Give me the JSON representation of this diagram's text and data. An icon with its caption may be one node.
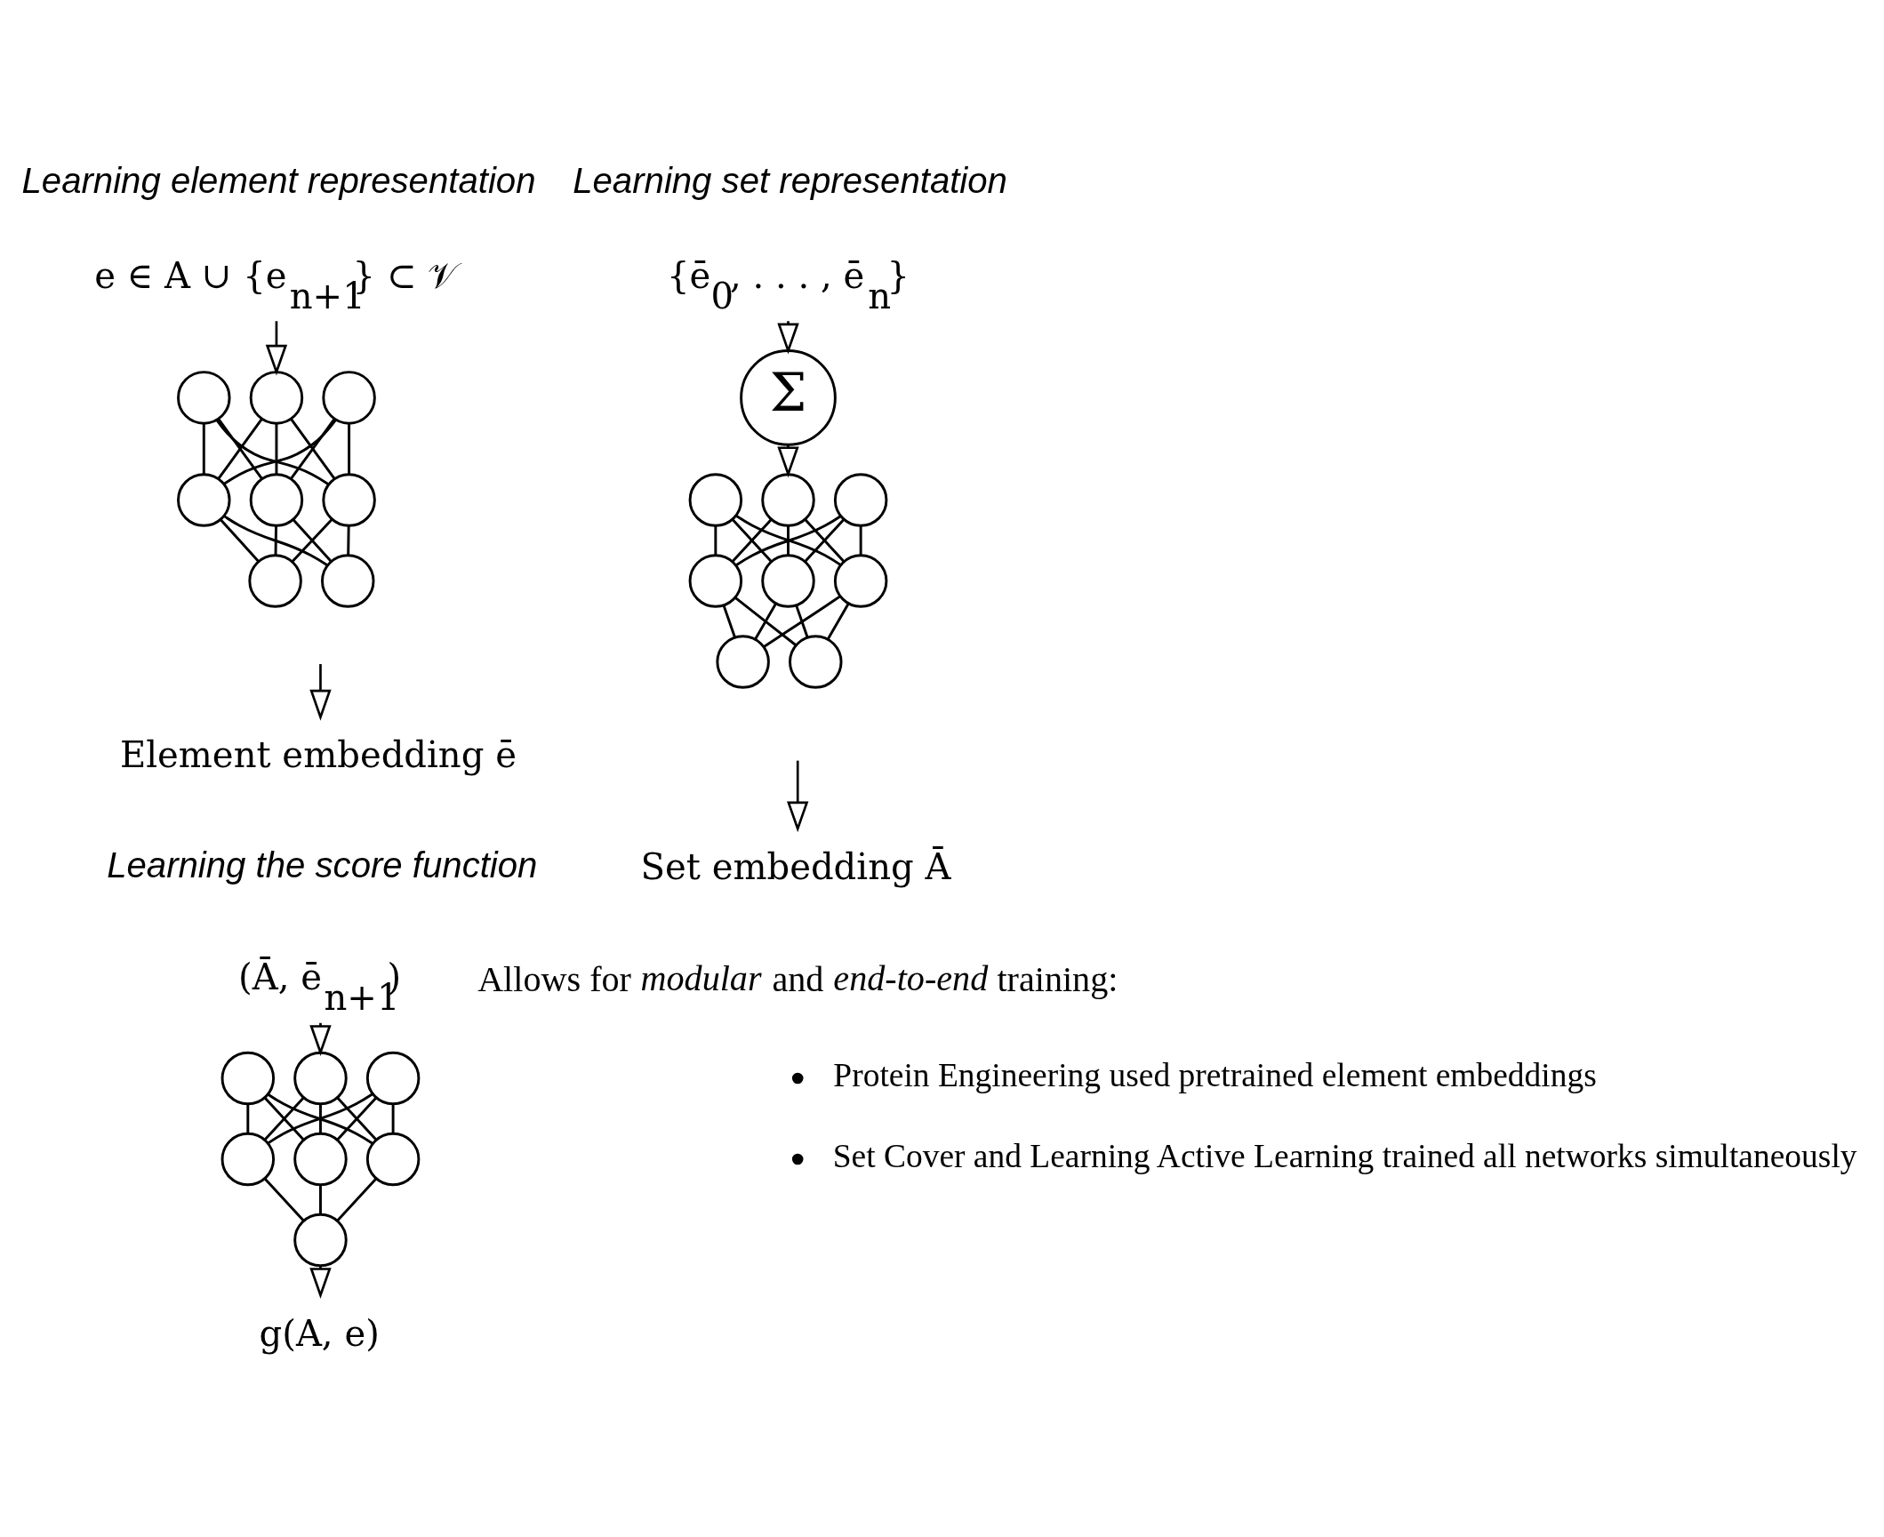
{
  "diagram": {
    "nodes": [
      {
        "text": [
          "e ∈ A ∪ {e$_{n+1}$} ⊂ 𝒱"
        ]
      },
      {
        "text": [],
        "shape": "circle"
      },
      {
        "text": [],
        "shape": "circle"
      },
      {
        "text": [],
        "shape": "circle"
      },
      {
        "text": [],
        "shape": "circle"
      },
      {
        "text": [],
        "shape": "circle"
      },
      {
        "text": [],
        "shape": "circle"
      },
      {
        "text": [],
        "shape": "circle"
      },
      {
        "text": [],
        "shape": "circle"
      },
      {
        "text": [
          "Element embedding ē"
        ]
      },
      {
        "text": [
          "{ē$_{0}$, . . . , ē$_{n}$}"
        ]
      },
      {
        "text": [
          "Σ"
        ]
      },
      {
        "text": [],
        "shape": "circle"
      },
      {
        "text": [],
        "shape": "circle"
      },
      {
        "text": [],
        "shape": "circle"
      },
      {
        "text": [],
        "shape": "circle"
      },
      {
        "text": [],
        "shape": "circle"
      },
      {
        "text": [],
        "shape": "circle"
      },
      {
        "text": [],
        "shape": "circle"
      },
      {
        "text": [],
        "shape": "circle"
      },
      {
        "text": [
          "Set embedding Ā"
        ]
      },
      {
        "text": [
          "(Ā, ē$_{n+1}$)"
        ]
      },
      {
        "text": [],
        "shape": "circle"
      },
      {
        "text": [],
        "shape": "circle"
      },
      {
        "text": [],
        "shape": "circle"
      },
      {
        "text": [],
        "shape": "circle"
      },
      {
        "text": [],
        "shape": "circle"
      },
      {
        "text": [],
        "shape": "circle"
      },
      {
        "text": [],
        "shape": "circle"
      },
      {
        "text": [
          "g(A, e)"
        ]
      }
    ],
    "edges": [
      {
        "from": 0,
        "to": 2,
        "arrow": "to"
      },
      {
        "from": 1,
        "to": 4,
        "arrow": "none"
      },
      {
        "from": 1,
        "to": 5,
        "arrow": "none"
      },
      {
        "from": 1,
        "to": 6,
        "arrow": "none"
      },
      {
        "from": 2,
        "to": 4,
        "arrow": "none"
      },
      {
        "from": 2,
        "to": 5,
        "arrow": "none"
      },
      {
        "from": 2,
        "to": 6,
        "arrow": "none"
      },
      {
        "from": 3,
        "to": 4,
        "arrow": "none"
      },
      {
        "from": 3,
        "to": 5,
        "arrow": "none"
      },
      {
        "from": 3,
        "to": 6,
        "arrow": "none"
      },
      {
        "from": 4,
        "to": 7,
        "arrow": "none"
      },
      {
        "from": 4,
        "to": 8,
        "arrow": "none"
      },
      {
        "from": 5,
        "to": 7,
        "arrow": "none"
      },
      {
        "from": 5,
        "to": 8,
        "arrow": "none"
      },
      {
        "from": 6,
        "to": 7,
        "arrow": "none"
      },
      {
        "from": 6,
        "to": 8,
        "arrow": "none"
      },
      {
        "from": null,
        "to": 9,
        "arrow": "to"
      },
      {
        "from": 10,
        "to": 11,
        "arrow": "to"
      },
      {
        "from": 11,
        "to": 13,
        "arrow": "to"
      },
      {
        "from": 12,
        "to": 15,
        "arrow": "none"
      },
      {
        "from": 12,
        "to": 16,
        "arrow": "none"
      },
      {
        "from": 12,
        "to": 17,
        "arrow": "none"
      },
      {
        "from": 13,
        "to": 15,
        "arrow": "none"
      },
      {
        "from": 13,
        "to": 16,
        "arrow": "none"
      },
      {
        "from": 13,
        "to": 17,
        "arrow": "none"
      },
      {
        "from": 14,
        "to": 15,
        "arrow": "none"
      },
      {
        "from": 14,
        "to": 16,
        "arrow": "none"
      },
      {
        "from": 14,
        "to": 17,
        "arrow": "none"
      },
      {
        "from": 15,
        "to": 18,
        "arrow": "none"
      },
      {
        "from": 15,
        "to": 19,
        "arrow": "none"
      },
      {
        "from": 16,
        "to": 18,
        "arrow": "none"
      },
      {
        "from": 16,
        "to": 19,
        "arrow": "none"
      },
      {
        "from": 17,
        "to": 18,
        "arrow": "none"
      },
      {
        "from": 17,
        "to": 19,
        "arrow": "none"
      },
      {
        "from": null,
        "to": 20,
        "arrow": "to"
      },
      {
        "from": 21,
        "to": 23,
        "arrow": "to"
      },
      {
        "from": 22,
        "to": 25,
        "arrow": "none"
      },
      {
        "from": 22,
        "to": 26,
        "arrow": "none"
      },
      {
        "from": 22,
        "to": 27,
        "arrow": "none"
      },
      {
        "from": 23,
        "to": 25,
        "arrow": "none"
      },
      {
        "from": 23,
        "to": 26,
        "arrow": "none"
      },
      {
        "from": 23,
        "to": 27,
        "arrow": "none"
      },
      {
        "from": 24,
        "to": 25,
        "arrow": "none"
      },
      {
        "from": 24,
        "to": 26,
        "arrow": "none"
      },
      {
        "from": 24,
        "to": 27,
        "arrow": "none"
      },
      {
        "from": 25,
        "to": 28,
        "arrow": "none"
      },
      {
        "from": 26,
        "to": 28,
        "arrow": "none"
      },
      {
        "from": 27,
        "to": 28,
        "arrow": "none"
      },
      {
        "from": 28,
        "to": 29,
        "arrow": "to"
      }
    ],
    "labels": [
      "Learning element representation",
      "Learning set representation",
      "Learning the score function",
      "Allows for *modular* and *end-to-end* training:",
      "Protein Engineering used pretrained element embeddings",
      "Set Cover and Learning Active Learning trained all networks simultaneously"
    ]
  }
}
